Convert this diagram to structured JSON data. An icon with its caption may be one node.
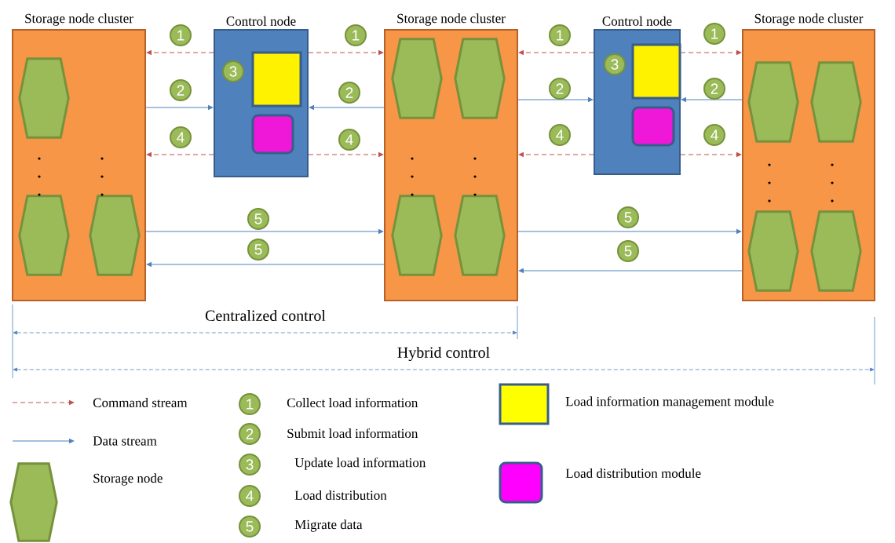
{
  "diagram": {
    "nodes": [
      {
        "text": [
          "Storage node cluster"
        ]
      },
      {
        "text": [],
        "shape": "hexagon",
        "in": 0
      },
      {
        "text": [],
        "shape": "hexagon",
        "in": 0
      },
      {
        "text": [],
        "shape": "hexagon",
        "in": 0
      },
      {
        "text": [
          "Control node"
        ]
      },
      {
        "text": [],
        "shape": "box",
        "in": 4
      },
      {
        "text": [],
        "shape": "box",
        "in": 4
      },
      {
        "text": [
          "Storage node cluster"
        ]
      },
      {
        "text": [],
        "shape": "hexagon",
        "in": 7
      },
      {
        "text": [],
        "shape": "hexagon",
        "in": 7
      },
      {
        "text": [],
        "shape": "hexagon",
        "in": 7
      },
      {
        "text": [],
        "shape": "hexagon",
        "in": 7
      },
      {
        "text": [
          "Control node"
        ]
      },
      {
        "text": [],
        "shape": "box",
        "in": 12
      },
      {
        "text": [],
        "shape": "box",
        "in": 12
      },
      {
        "text": [
          "Storage node cluster"
        ]
      },
      {
        "text": [],
        "shape": "hexagon",
        "in": 15
      },
      {
        "text": [],
        "shape": "hexagon",
        "in": 15
      },
      {
        "text": [],
        "shape": "hexagon",
        "in": 15
      },
      {
        "text": [],
        "shape": "hexagon",
        "in": 15
      }
    ],
    "edges": [
      {
        "from": 4,
        "to": 0,
        "arrow": "to",
        "label": "1",
        "style": "dashed",
        "color": "#c0504d"
      },
      {
        "from": 0,
        "to": 4,
        "arrow": "to",
        "label": "2",
        "color": "#4f81bd"
      },
      {
        "from": 4,
        "to": 0,
        "arrow": "to",
        "label": "4",
        "style": "dashed",
        "color": "#c0504d"
      },
      {
        "from": 4,
        "to": 7,
        "arrow": "to",
        "label": "1",
        "style": "dashed",
        "color": "#c0504d"
      },
      {
        "from": 7,
        "to": 4,
        "arrow": "to",
        "label": "2",
        "color": "#4f81bd"
      },
      {
        "from": 4,
        "to": 7,
        "arrow": "to",
        "label": "4",
        "style": "dashed",
        "color": "#c0504d"
      },
      {
        "from": 0,
        "to": 7,
        "arrow": "to",
        "label": "5",
        "color": "#4f81bd"
      },
      {
        "from": 7,
        "to": 0,
        "arrow": "to",
        "label": "5",
        "color": "#4f81bd"
      },
      {
        "from": 12,
        "to": 7,
        "arrow": "to",
        "label": "1",
        "style": "dashed",
        "color": "#c0504d"
      },
      {
        "from": 7,
        "to": 12,
        "arrow": "to",
        "label": "2",
        "color": "#4f81bd"
      },
      {
        "from": 12,
        "to": 7,
        "arrow": "to",
        "label": "4",
        "style": "dashed",
        "color": "#c0504d"
      },
      {
        "from": 12,
        "to": 15,
        "arrow": "to",
        "label": "1",
        "style": "dashed",
        "color": "#c0504d"
      },
      {
        "from": 15,
        "to": 12,
        "arrow": "to",
        "label": "2",
        "color": "#4f81bd"
      },
      {
        "from": 12,
        "to": 15,
        "arrow": "to",
        "label": "4",
        "style": "dashed",
        "color": "#c0504d"
      },
      {
        "from": 7,
        "to": 15,
        "arrow": "to",
        "label": "5",
        "color": "#4f81bd"
      },
      {
        "from": 15,
        "to": 7,
        "arrow": "to",
        "label": "5",
        "color": "#4f81bd"
      }
    ],
    "labels": [
      "3",
      "3",
      "Centralized control",
      "Hybrid control",
      "1",
      "2",
      "3",
      "4",
      "5"
    ],
    "legend": [
      {
        "text": "Command stream"
      },
      {
        "text": "Data stream"
      },
      {
        "text": "Storage node"
      },
      {
        "text": "Collect load information"
      },
      {
        "text": "Submit load information"
      },
      {
        "text": "Update load information"
      },
      {
        "text": "Load distribution"
      },
      {
        "text": "Migrate data"
      },
      {
        "text": "Load information management module",
        "color": "#ffff00"
      },
      {
        "text": "Load distribution module",
        "color": "#ff00ff"
      }
    ]
  }
}
